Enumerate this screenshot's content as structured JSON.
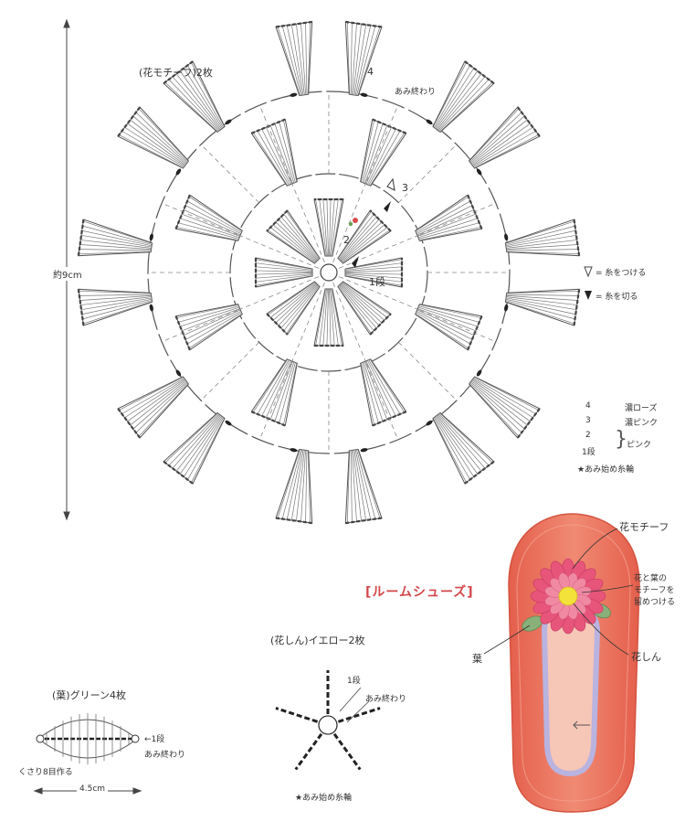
{
  "flower_motif": {
    "title": "(花モチーフ)2枚",
    "size_label": "約9cm",
    "round_labels": [
      "1段",
      "2",
      "3",
      "4"
    ],
    "end_label": "あみ終わり"
  },
  "legend": {
    "attach_yarn": "= 糸をつける",
    "cut_yarn": "= 糸を切る",
    "rows": [
      {
        "num": "4",
        "color": "濃ローズ"
      },
      {
        "num": "3",
        "color": "濃ピンク"
      },
      {
        "num": "2",
        "color": ""
      },
      {
        "num": "1段",
        "color": "ピンク"
      }
    ],
    "start_note": "★あみ始め糸輪"
  },
  "shoe": {
    "title": "[ルームシューズ]",
    "label_flower": "花モチーフ",
    "label_attach_1": "花と葉の",
    "label_attach_2": "モチーフを",
    "label_attach_3": "留めつける",
    "label_center": "花しん",
    "label_leaf": "葉",
    "colors": {
      "sole": "#e9735f",
      "inner": "#b9b3e0",
      "petal": "#e8557a",
      "center": "#f2e23a",
      "leaf": "#8ab07a"
    }
  },
  "flower_center": {
    "title": "(花しん)イエロー2枚",
    "round_label": "1段",
    "end_label": "あみ終わり",
    "start_note": "★あみ始め糸輪"
  },
  "leaf": {
    "title": "(葉)グリーン4枚",
    "round_label": "←1段",
    "end_label": "あみ終わり",
    "chain_note": "くさり8目作る",
    "width_label": "4.5cm"
  }
}
